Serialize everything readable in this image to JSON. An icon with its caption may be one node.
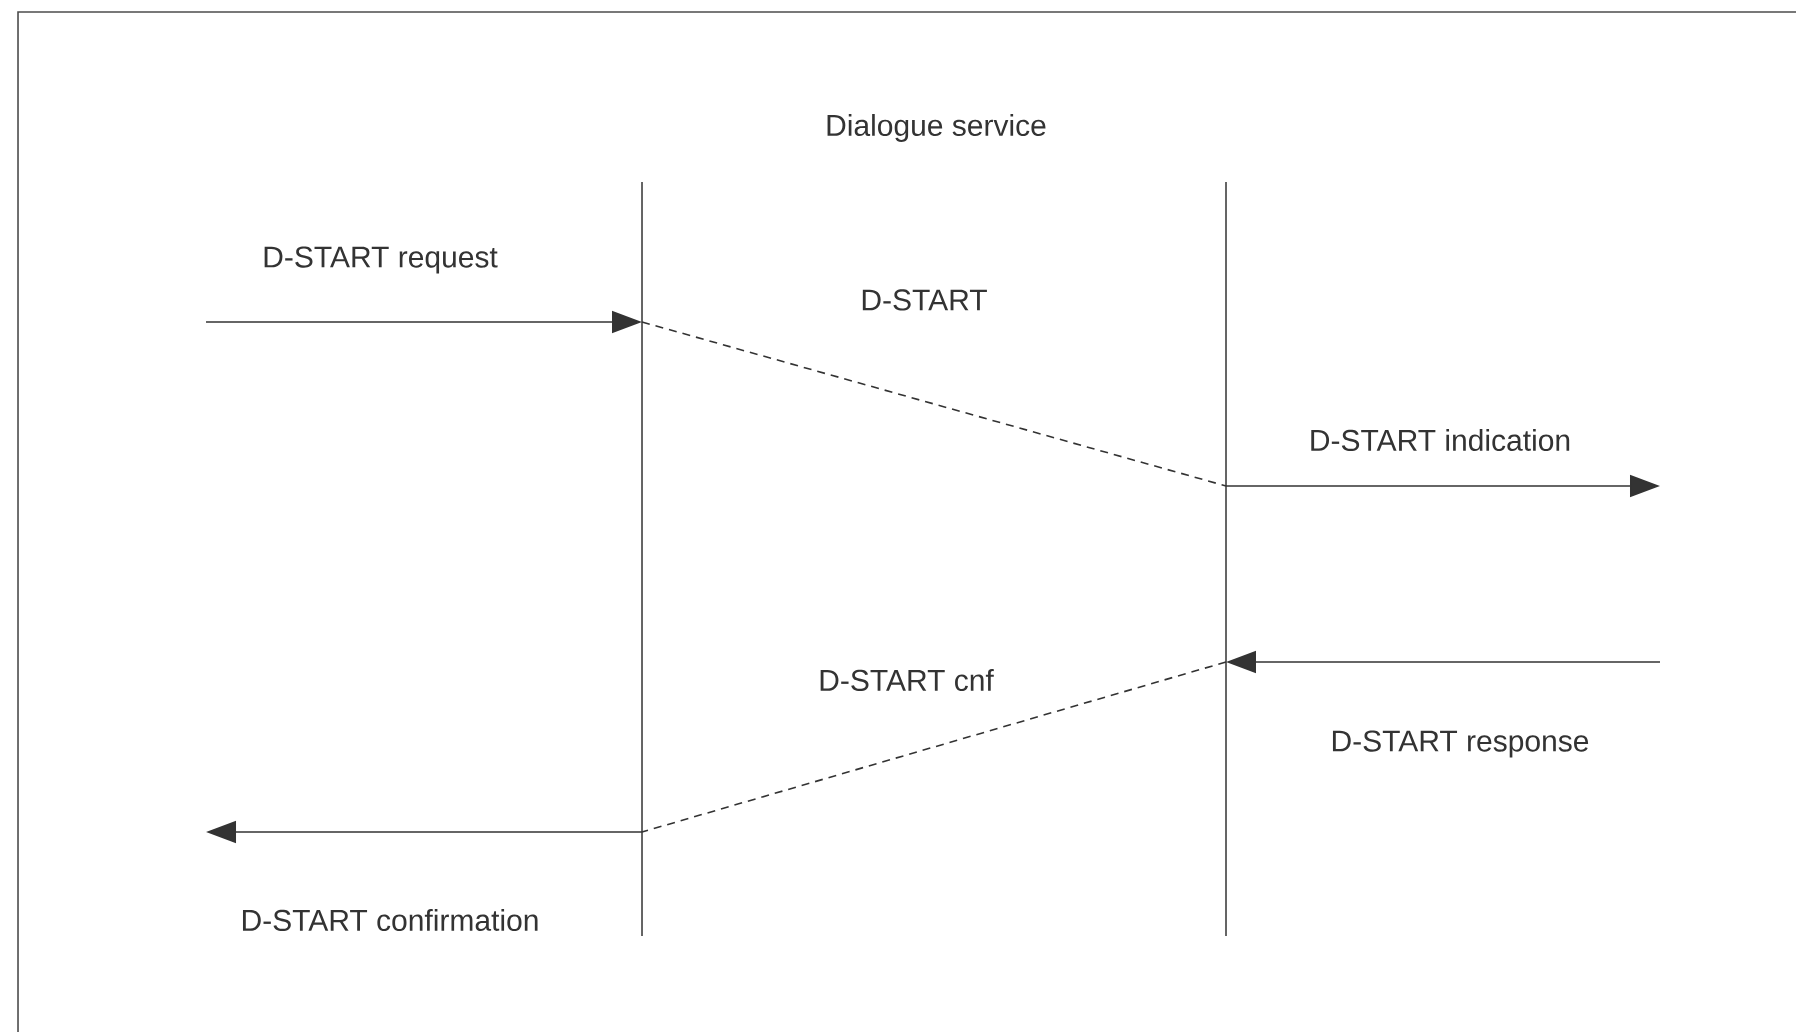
{
  "diagram": {
    "title": "Dialogue service",
    "nodes": [
      {
        "text": [],
        "shape": "bar"
      },
      {
        "text": [],
        "shape": "bar"
      }
    ],
    "edges": [
      {
        "from": null,
        "to": 0,
        "arrow": "to",
        "label": "D-START request"
      },
      {
        "from": 0,
        "to": 1,
        "arrow": "none",
        "style": "dashed",
        "label": "D-START"
      },
      {
        "from": 1,
        "to": null,
        "arrow": "to",
        "label": "D-START indication"
      },
      {
        "from": null,
        "to": 1,
        "arrow": "to",
        "label": "D-START response"
      },
      {
        "from": 1,
        "to": 0,
        "arrow": "none",
        "style": "dashed",
        "label": "D-START cnf"
      },
      {
        "from": 0,
        "to": null,
        "arrow": "to",
        "label": "D-START confirmation"
      }
    ]
  }
}
